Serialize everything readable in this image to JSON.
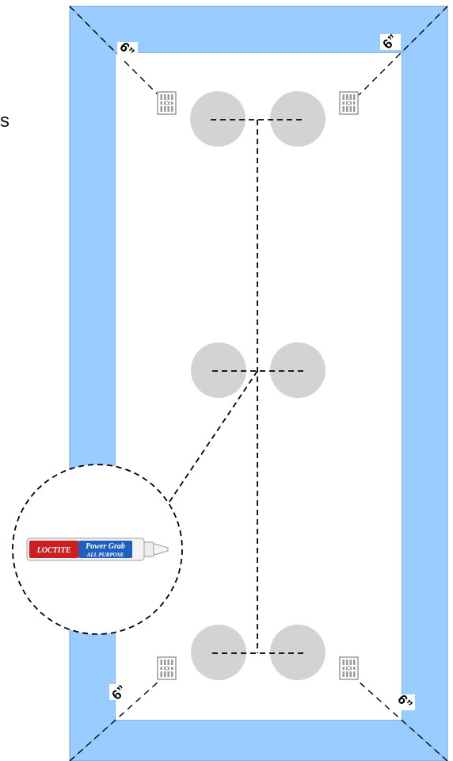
{
  "edge_text": "s",
  "dimensions": {
    "top_left": "6”",
    "top_right": "6”",
    "bottom_left": "6”",
    "bottom_right": "6”"
  },
  "adhesive": {
    "brand": "LOCTITE",
    "product": "Power Grab",
    "variant": "ALL PURPOSE"
  },
  "colors": {
    "frame": "#99ccff",
    "frame_stroke": "#6f9fd6",
    "pad": "#d3d3d3",
    "vent": "#9a9a9a",
    "brand_red": "#cc1f1f",
    "brand_blue": "#1e5fc0"
  },
  "icons": {
    "vent": "vent-grate-icon",
    "adhesive": "caulk-tube-icon"
  }
}
